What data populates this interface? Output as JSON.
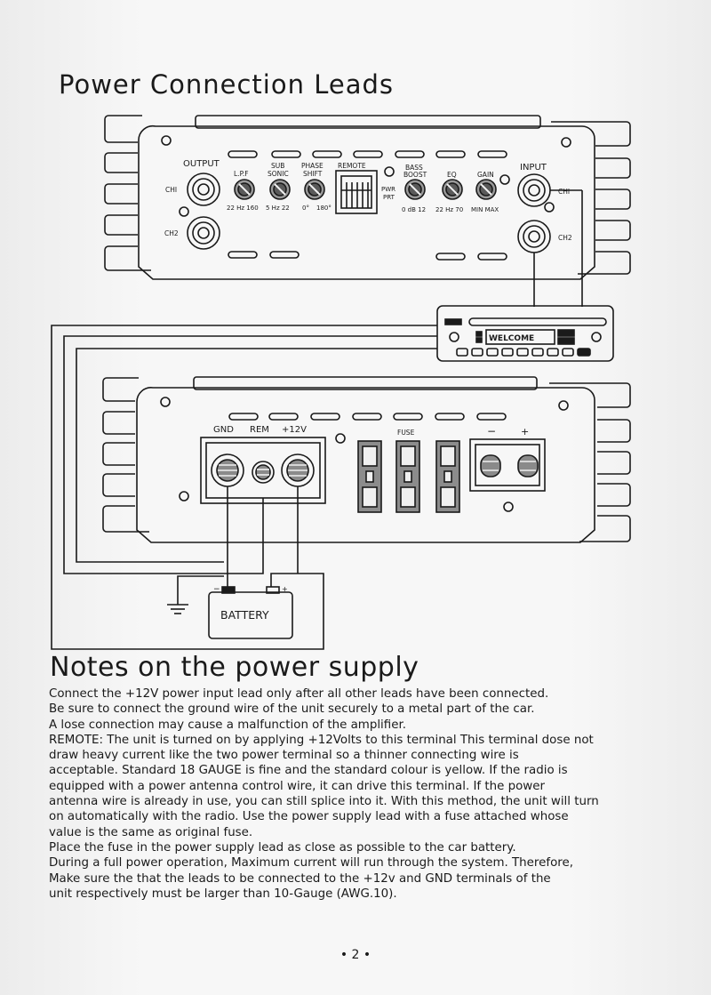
{
  "title": "Power Connection Leads",
  "amp_top": {
    "output": "OUTPUT",
    "input": "INPUT",
    "ch1_left": "CHI",
    "ch2_left": "CH2",
    "ch1_right": "CHI",
    "ch2_right": "CH2",
    "lpf": "L.P.F",
    "lpf_range": "22 Hz 160",
    "sub": "SUB",
    "sonic": "SONIC",
    "sub_range": "5 Hz 22",
    "phase": "PHASE",
    "shift": "SHIFT",
    "phase_lo": "0°",
    "phase_hi": "180°",
    "remote": "REMOTE",
    "pwr": "PWR",
    "prt": "PRT",
    "bass": "BASS",
    "boost": "BOOST",
    "bass_range": "0  dB  12",
    "eq": "EQ",
    "eq_range": "22 Hz 70",
    "gain": "GAIN",
    "gain_range": "MIN MAX"
  },
  "head_unit": {
    "display": "WELCOME"
  },
  "amp_bottom": {
    "gnd": "GND",
    "rem": "REM",
    "v12": "+12V",
    "fuse": "FUSE",
    "minus": "−",
    "plus": "+"
  },
  "battery": {
    "label": "BATTERY",
    "neg": "−",
    "pos": "+"
  },
  "notes": {
    "heading": "Notes on the power supply",
    "lines": [
      "Connect the +12V power input lead only after all other leads have been connected.",
      "Be sure to connect the ground wire of the unit  securely to a metal part of the car.",
      "A  lose connection may cause a malfunction of the amplifier.",
      "REMOTE: The unit is turned on by applying +12Volts to this terminal This  terminal dose not",
      " draw  heavy current like the two power terminal so a thinner connecting wire is",
      "acceptable. Standard 18 GAUGE is fine and the standard colour is yellow. If the radio is",
      "equipped with a power antenna control wire, it can drive this terminal. If the power",
      "antenna wire is already in use, you can still splice into it.  With this method, the unit will turn",
      "on automatically with the radio.  Use the power supply lead with a fuse attached whose",
      "value is the  same as original fuse.",
      "Place the fuse in the power supply lead as close as possible to the car  battery.",
      "During a full power operation, Maximum current will run through the system. Therefore,",
      "Make sure the that the leads to be connected to the  +12v and GND terminals of the",
      "unit respectively must be larger than 10-Gauge (AWG.10)."
    ]
  },
  "page_number": "• 2 •"
}
